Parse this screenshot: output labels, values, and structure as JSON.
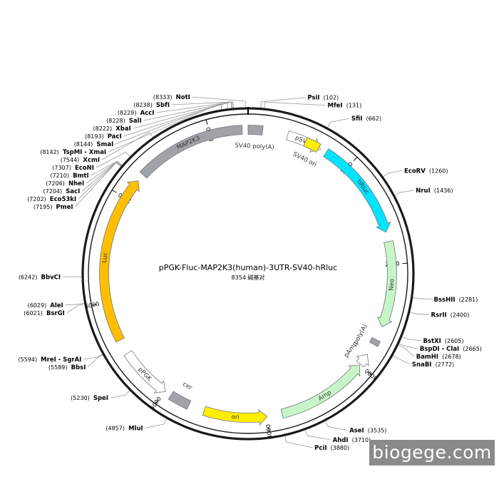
{
  "plasmid": {
    "name": "pPGK-Fluc-MAP2K3(human)-3UTR-SV40-hRluc",
    "length_label": "8354 碱基对",
    "total_bp": 8354
  },
  "watermark": "biogege.com",
  "ticks": [
    {
      "bp": 1000,
      "label": "1000"
    },
    {
      "bp": 2000,
      "label": "2000"
    },
    {
      "bp": 3000,
      "label": "3000"
    },
    {
      "bp": 4000,
      "label": "4000"
    },
    {
      "bp": 5000,
      "label": "5000"
    },
    {
      "bp": 6000,
      "label": "6000"
    },
    {
      "bp": 7000,
      "label": "7000"
    },
    {
      "bp": 8000,
      "label": "8000"
    }
  ],
  "sites": [
    {
      "name": "NotI",
      "pos": "(8333)",
      "bp": 8333,
      "side": "left"
    },
    {
      "name": "PsiI",
      "pos": "(102)",
      "bp": 102,
      "side": "right"
    },
    {
      "name": "MfeI",
      "pos": "(131)",
      "bp": 131,
      "side": "right"
    },
    {
      "name": "SfiI",
      "pos": "(662)",
      "bp": 662,
      "side": "right"
    },
    {
      "name": "EcoRV",
      "pos": "(1260)",
      "bp": 1260,
      "side": "right"
    },
    {
      "name": "NruI",
      "pos": "(1436)",
      "bp": 1436,
      "side": "right"
    },
    {
      "name": "BssHII",
      "pos": "(2281)",
      "bp": 2281,
      "side": "right"
    },
    {
      "name": "RsrII",
      "pos": "(2400)",
      "bp": 2400,
      "side": "right"
    },
    {
      "name": "BstXI",
      "pos": "(2605)",
      "bp": 2605,
      "side": "right"
    },
    {
      "name": "BspDI - ClaI",
      "pos": "(2665)",
      "bp": 2665,
      "side": "right"
    },
    {
      "name": "BamHI",
      "pos": "(2678)",
      "bp": 2678,
      "side": "right"
    },
    {
      "name": "SnaBI",
      "pos": "(2772)",
      "bp": 2772,
      "side": "right"
    },
    {
      "name": "AseI",
      "pos": "(3535)",
      "bp": 3535,
      "side": "right"
    },
    {
      "name": "AhdI",
      "pos": "(3710)",
      "bp": 3710,
      "side": "right"
    },
    {
      "name": "PciI",
      "pos": "(3880)",
      "bp": 3880,
      "side": "right"
    },
    {
      "name": "MluI",
      "pos": "(4857)",
      "bp": 4857,
      "side": "left"
    },
    {
      "name": "SpeI",
      "pos": "(5230)",
      "bp": 5230,
      "side": "left"
    },
    {
      "name": "BbsI",
      "pos": "(5589)",
      "bp": 5589,
      "side": "left"
    },
    {
      "name": "MreI - SgrAI",
      "pos": "(5594)",
      "bp": 5594,
      "side": "left"
    },
    {
      "name": "BsrGI",
      "pos": "(6021)",
      "bp": 6021,
      "side": "left"
    },
    {
      "name": "AleI",
      "pos": "(6029)",
      "bp": 6029,
      "side": "left"
    },
    {
      "name": "BbvCI",
      "pos": "(6242)",
      "bp": 6242,
      "side": "left"
    },
    {
      "name": "PmeI",
      "pos": "(7195)",
      "bp": 7195,
      "side": "left"
    },
    {
      "name": "Eco53kI",
      "pos": "(7202)",
      "bp": 7202,
      "side": "left"
    },
    {
      "name": "SacI",
      "pos": "(7204)",
      "bp": 7204,
      "side": "left"
    },
    {
      "name": "NheI",
      "pos": "(7206)",
      "bp": 7206,
      "side": "left"
    },
    {
      "name": "BmtI",
      "pos": "(7210)",
      "bp": 7210,
      "side": "left"
    },
    {
      "name": "EcoNI",
      "pos": "(7307)",
      "bp": 7307,
      "side": "left"
    },
    {
      "name": "XcmI",
      "pos": "(7544)",
      "bp": 7544,
      "side": "left"
    },
    {
      "name": "TspMI - XmaI",
      "pos": "(8142)",
      "bp": 8142,
      "side": "left"
    },
    {
      "name": "SmaI",
      "pos": "(8144)",
      "bp": 8144,
      "side": "left"
    },
    {
      "name": "PacI",
      "pos": "(8193)",
      "bp": 8193,
      "side": "left"
    },
    {
      "name": "XbaI",
      "pos": "(8222)",
      "bp": 8222,
      "side": "left"
    },
    {
      "name": "SalI",
      "pos": "(8228)",
      "bp": 8228,
      "side": "left"
    },
    {
      "name": "AccI",
      "pos": "(8229)",
      "bp": 8229,
      "side": "left"
    },
    {
      "name": "SbfI",
      "pos": "(8238)",
      "bp": 8238,
      "side": "left"
    }
  ],
  "features": [
    {
      "name": "SV40 poly(A)",
      "start": 0,
      "end": 135,
      "direction": "none",
      "color": "#a0a4a8"
    },
    {
      "name": "pSV40",
      "start": 370,
      "end": 700,
      "direction": "cw",
      "color": "#ffffff"
    },
    {
      "name": "SV40 ori",
      "start": 545,
      "end": 680,
      "direction": "none",
      "color": "#ffee00"
    },
    {
      "name": "hRluc",
      "start": 760,
      "end": 1700,
      "direction": "cw",
      "color": "#00e5ff"
    },
    {
      "name": "Neo",
      "start": 1790,
      "end": 2590,
      "direction": "cw",
      "color": "#c8f5c8"
    },
    {
      "name": "poly(A)",
      "start": 2720,
      "end": 2770,
      "direction": "none",
      "color": "#a0a4a8"
    },
    {
      "name": "pAmp",
      "start": 2880,
      "end": 2990,
      "direction": "ccw",
      "color": "#ffffff"
    },
    {
      "name": "Amp",
      "start": 3000,
      "end": 3860,
      "direction": "ccw",
      "color": "#c8f5c8"
    },
    {
      "name": "ori",
      "start": 4000,
      "end": 4590,
      "direction": "ccw",
      "color": "#ffee00"
    },
    {
      "name": "cer",
      "start": 4740,
      "end": 4930,
      "direction": "none",
      "color": "#a0a4a8"
    },
    {
      "name": "pPGK",
      "start": 4990,
      "end": 5490,
      "direction": "ccw",
      "color": "#ffffff"
    },
    {
      "name": "Luc",
      "start": 5630,
      "end": 7200,
      "direction": "cw",
      "color": "#ffbf00"
    },
    {
      "name": "MAP2K3",
      "start": 7270,
      "end": 8300,
      "direction": "none",
      "color": "#a0a4a8"
    }
  ]
}
